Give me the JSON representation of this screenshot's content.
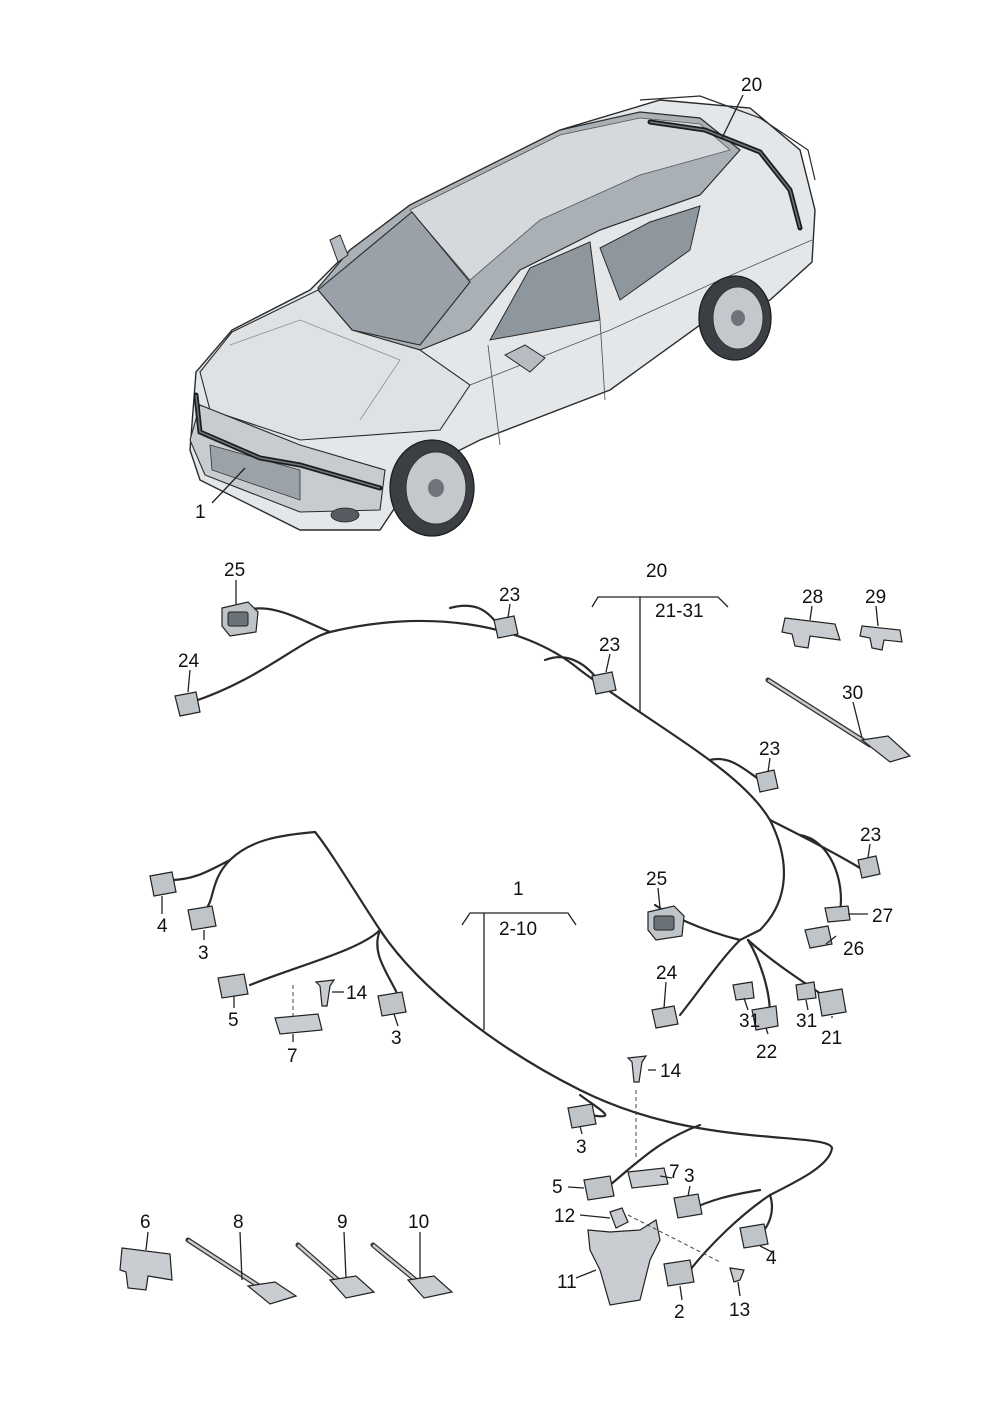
{
  "diagram": {
    "labels": {
      "l20_car": "20",
      "l1_car": "1",
      "l20_group": "20",
      "l21_31": "21-31",
      "l1_group": "1",
      "l2_10": "2-10",
      "l25a": "25",
      "l24a": "24",
      "l23a": "23",
      "l23b": "23",
      "l23c": "23",
      "l23d": "23",
      "l28": "28",
      "l29": "29",
      "l30": "30",
      "l25b": "25",
      "l27": "27",
      "l26": "26",
      "l24b": "24",
      "l31a": "31",
      "l22": "22",
      "l31b": "31",
      "l21": "21",
      "l4a": "4",
      "l3a": "3",
      "l5a": "5",
      "l14a": "14",
      "l7a": "7",
      "l3b": "3",
      "l14b": "14",
      "l3c": "3",
      "l5b": "5",
      "l7b": "7",
      "l3d": "3",
      "l12": "12",
      "l4b": "4",
      "l11": "11",
      "l2": "2",
      "l13": "13",
      "l6": "6",
      "l8": "8",
      "l9": "9",
      "l10": "10"
    }
  }
}
